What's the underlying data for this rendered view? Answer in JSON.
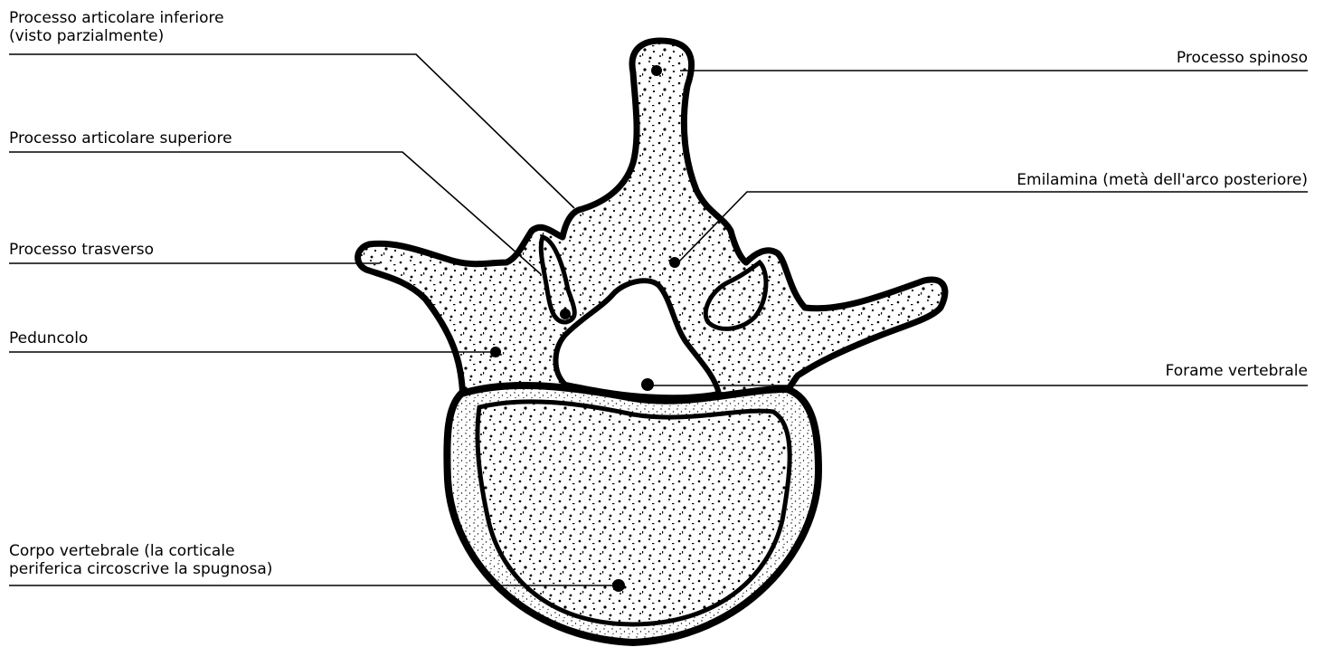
{
  "labels": {
    "processo_articolare_inferiore": {
      "line1": "Processo articolare inferiore",
      "line2": "(visto parzialmente)"
    },
    "processo_spinoso": "Processo spinoso",
    "processo_articolare_superiore": "Processo articolare superiore",
    "emilamina": "Emilamina (metà dell'arco posteriore)",
    "processo_trasverso": "Processo trasverso",
    "peduncolo": "Peduncolo",
    "forame_vertebrale": "Forame vertebrale",
    "corpo_vertebrale": {
      "line1": "Corpo vertebrale (la corticale",
      "line2": "periferica circoscrive la spugnosa)"
    }
  },
  "colors": {
    "ink": "#000000",
    "paper": "#ffffff",
    "cortex_fill": "#f2f2f2"
  }
}
